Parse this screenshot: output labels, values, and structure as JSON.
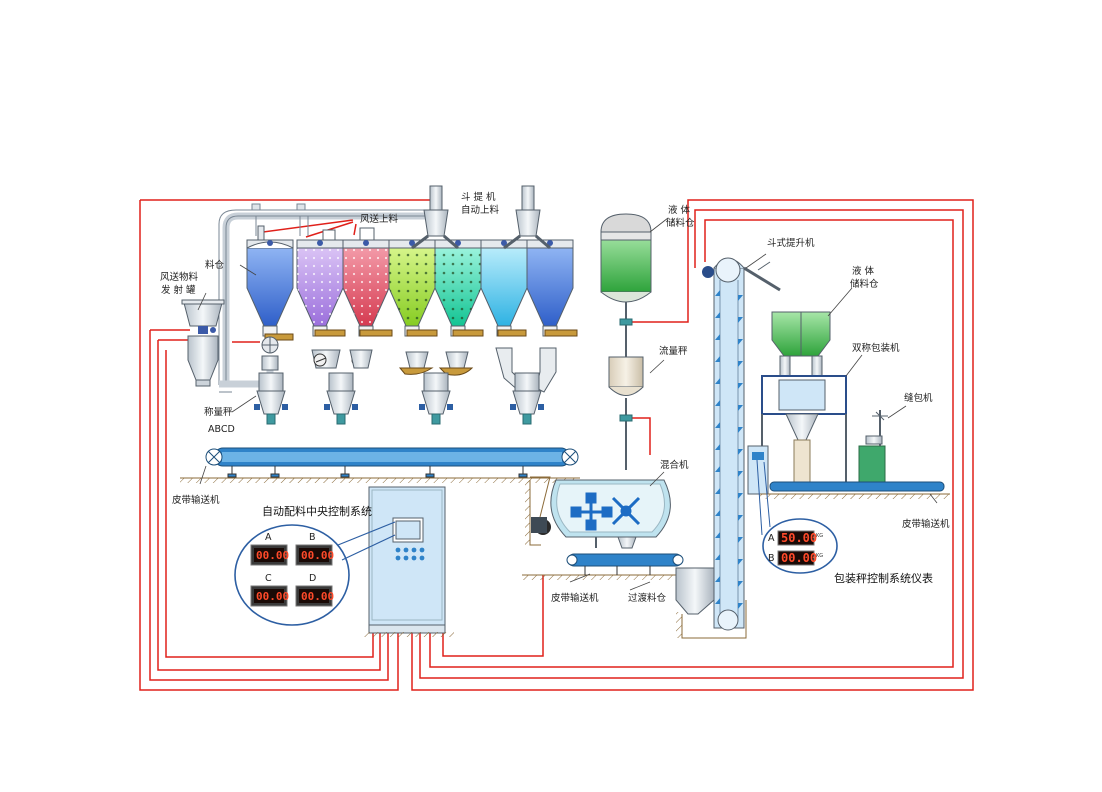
{
  "labels": {
    "pneumatic_tank": [
      "风送物料",
      "发 射 罐"
    ],
    "silo": "料仓",
    "pneumatic_feed": "风送上料",
    "bucket_feed": [
      "斗 提 机",
      "自动上料"
    ],
    "scale": [
      "称量秤",
      "ABCD"
    ],
    "belt_left": "皮带输送机",
    "control_system": "自动配料中央控制系统",
    "liquid_tank_top": [
      "液  体",
      "储料仓"
    ],
    "flow_scale": "流量秤",
    "mixer": "混合机",
    "belt_bottom": "皮带输送机",
    "transition_bin": "过渡料仓",
    "bucket_elevator": "斗式提升机",
    "liquid_tank_right": [
      "液  体",
      "储料仓"
    ],
    "double_scale_packer": "双称包装机",
    "sewing_machine": "缝包机",
    "belt_right": "皮带输送机",
    "packing_instrument": "包装秤控制系统仪表"
  },
  "control_panel": {
    "displays": [
      {
        "label": "A",
        "value": "00.00"
      },
      {
        "label": "B",
        "value": "00.00"
      },
      {
        "label": "C",
        "value": "00.00"
      },
      {
        "label": "D",
        "value": "00.00"
      }
    ]
  },
  "packing_meter": {
    "displays": [
      {
        "label": "A",
        "value": "50.00",
        "unit": "KG"
      },
      {
        "label": "B",
        "value": "00.00",
        "unit": "KG"
      }
    ]
  },
  "colors": {
    "wire": "#e0201a",
    "silo_blue": "#3a6fd8",
    "silo_purple": "#b58fe6",
    "silo_red": "#e2536a",
    "silo_green": "#a6e23a",
    "silo_teal": "#2fd9b0",
    "silo_cyan": "#4fc6ee",
    "liquid_green": "#3fb54a",
    "equipment_blue": "#cfe6f7"
  }
}
